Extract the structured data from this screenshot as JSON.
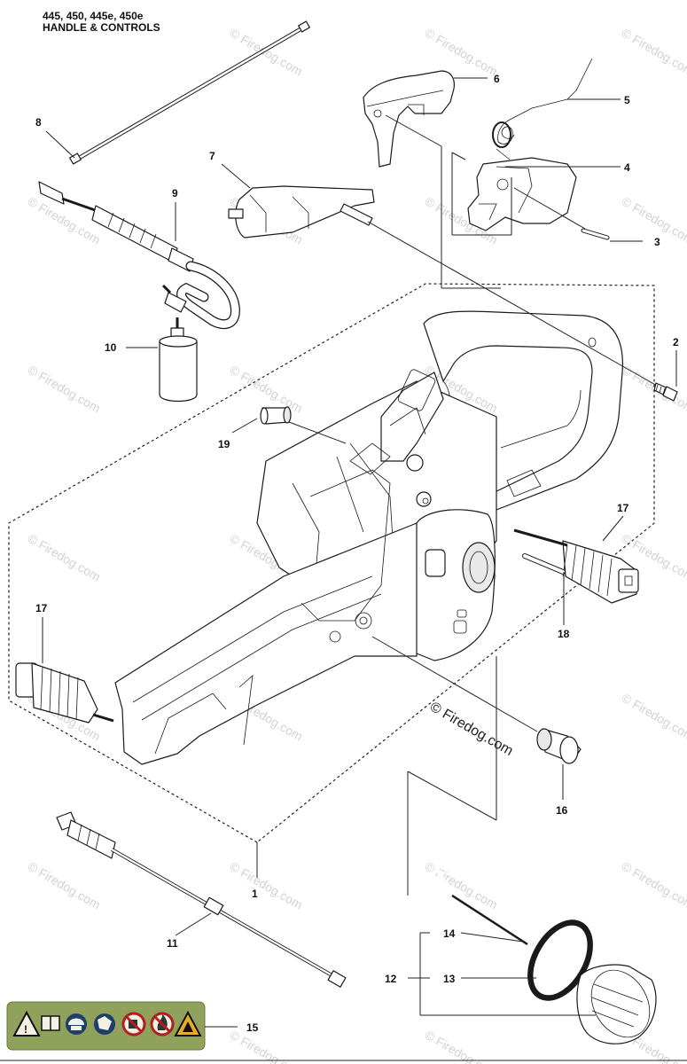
{
  "header": {
    "models": "445, 450, 445e, 450e",
    "title": "HANDLE & CONTROLS"
  },
  "watermark": {
    "tile_text": "© Firedog.com",
    "center_text": "© Firedog.com"
  },
  "callouts": [
    "1",
    "2",
    "3",
    "4",
    "5",
    "6",
    "7",
    "8",
    "9",
    "10",
    "11",
    "12",
    "13",
    "14",
    "15",
    "16",
    "17",
    "17",
    "18",
    "19"
  ],
  "safety_icons": [
    "warning-icon",
    "manual-icon",
    "helmet-icon",
    "gloves-icon",
    "no-fuel-icon",
    "no-fire-icon",
    "hazard-icon"
  ],
  "colors": {
    "safety_panel": "#8fa15a",
    "watermark": "#c8c8c8",
    "line": "#1a1a1a"
  }
}
